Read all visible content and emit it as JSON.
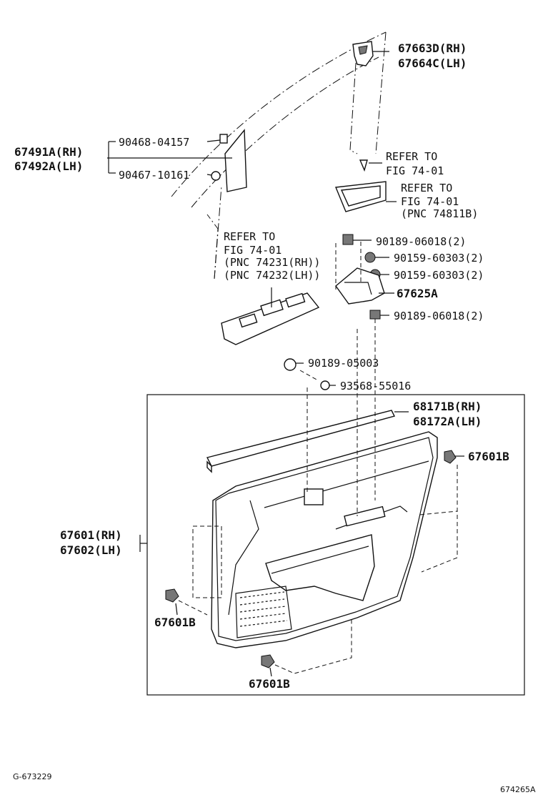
{
  "labels": {
    "p67663": "67663D(RH)",
    "p67664": "67664C(LH)",
    "p67491": "67491A(RH)",
    "p67492": "67492A(LH)",
    "p90468": "90468-04157",
    "p90467": "90467-10161",
    "ref1_a": "REFER TO",
    "ref1_b": "FIG 74-01",
    "ref2_a": "REFER TO",
    "ref2_b": "FIG 74-01",
    "ref2_c": "(PNC 74811B)",
    "ref3_a": "REFER TO",
    "ref3_b": "FIG 74-01",
    "ref3_c": "(PNC 74231(RH))",
    "ref3_d": "(PNC 74232(LH))",
    "p90189_06018_a": "90189-06018(2)",
    "p90159_a": "90159-60303(2)",
    "p90159_b": "90159-60303(2)",
    "p67625": "67625A",
    "p90189_06018_b": "90189-06018(2)",
    "p90189_05003": "90189-05003",
    "p93568": "93568-55016",
    "p68171": "68171B(RH)",
    "p68172": "68172A(LH)",
    "p67601b_right": "67601B",
    "p67601": "67601(RH)",
    "p67602": "67602(LH)",
    "p67601b_left": "67601B",
    "p67601b_bottom": "67601B",
    "code_left": "G-673229",
    "code_right": "674265A"
  }
}
